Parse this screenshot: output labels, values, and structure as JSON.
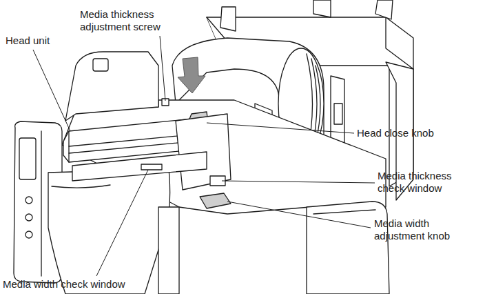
{
  "diagram": {
    "labels": [
      "Media thickness adjustment screw",
      "Head unit",
      "Head close knob",
      "Media thickness check window",
      "Media width adjustment knob",
      "Media width check window"
    ]
  }
}
